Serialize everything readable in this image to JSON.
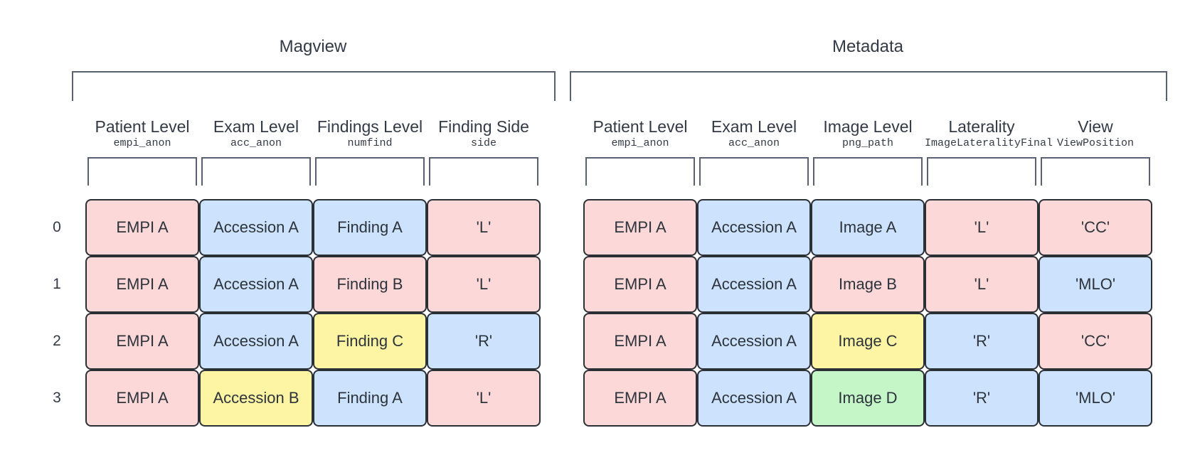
{
  "colors": {
    "pink": "#fdd8d9",
    "blue": "#cde3fd",
    "yellow": "#fdf5a4",
    "green": "#c4f6c8"
  },
  "row_indices": [
    "0",
    "1",
    "2",
    "3"
  ],
  "groups": [
    {
      "title": "Magview",
      "columns": [
        {
          "label": "Patient Level",
          "field": "empi_anon"
        },
        {
          "label": "Exam Level",
          "field": "acc_anon"
        },
        {
          "label": "Findings Level",
          "field": "numfind"
        },
        {
          "label": "Finding Side",
          "field": "side"
        }
      ],
      "rows": [
        [
          {
            "text": "EMPI A",
            "color": "pink"
          },
          {
            "text": "Accession A",
            "color": "blue"
          },
          {
            "text": "Finding A",
            "color": "blue"
          },
          {
            "text": "'L'",
            "color": "pink"
          }
        ],
        [
          {
            "text": "EMPI A",
            "color": "pink"
          },
          {
            "text": "Accession A",
            "color": "blue"
          },
          {
            "text": "Finding B",
            "color": "pink"
          },
          {
            "text": "'L'",
            "color": "pink"
          }
        ],
        [
          {
            "text": "EMPI A",
            "color": "pink"
          },
          {
            "text": "Accession A",
            "color": "blue"
          },
          {
            "text": "Finding C",
            "color": "yellow"
          },
          {
            "text": "'R'",
            "color": "blue"
          }
        ],
        [
          {
            "text": "EMPI A",
            "color": "pink"
          },
          {
            "text": "Accession B",
            "color": "yellow"
          },
          {
            "text": "Finding A",
            "color": "blue"
          },
          {
            "text": "'L'",
            "color": "pink"
          }
        ]
      ]
    },
    {
      "title": "Metadata",
      "columns": [
        {
          "label": "Patient Level",
          "field": "empi_anon"
        },
        {
          "label": "Exam Level",
          "field": "acc_anon"
        },
        {
          "label": "Image Level",
          "field": "png_path"
        },
        {
          "label": "Laterality",
          "field": "ImageLateralityFinal"
        },
        {
          "label": "View",
          "field": "ViewPosition"
        }
      ],
      "rows": [
        [
          {
            "text": "EMPI A",
            "color": "pink"
          },
          {
            "text": "Accession A",
            "color": "blue"
          },
          {
            "text": "Image A",
            "color": "blue"
          },
          {
            "text": "'L'",
            "color": "pink"
          },
          {
            "text": "'CC'",
            "color": "pink"
          }
        ],
        [
          {
            "text": "EMPI A",
            "color": "pink"
          },
          {
            "text": "Accession A",
            "color": "blue"
          },
          {
            "text": "Image B",
            "color": "pink"
          },
          {
            "text": "'L'",
            "color": "pink"
          },
          {
            "text": "'MLO'",
            "color": "blue"
          }
        ],
        [
          {
            "text": "EMPI A",
            "color": "pink"
          },
          {
            "text": "Accession A",
            "color": "blue"
          },
          {
            "text": "Image C",
            "color": "yellow"
          },
          {
            "text": "'R'",
            "color": "blue"
          },
          {
            "text": "'CC'",
            "color": "pink"
          }
        ],
        [
          {
            "text": "EMPI A",
            "color": "pink"
          },
          {
            "text": "Accession A",
            "color": "blue"
          },
          {
            "text": "Image D",
            "color": "green"
          },
          {
            "text": "'R'",
            "color": "blue"
          },
          {
            "text": "'MLO'",
            "color": "blue"
          }
        ]
      ]
    }
  ]
}
